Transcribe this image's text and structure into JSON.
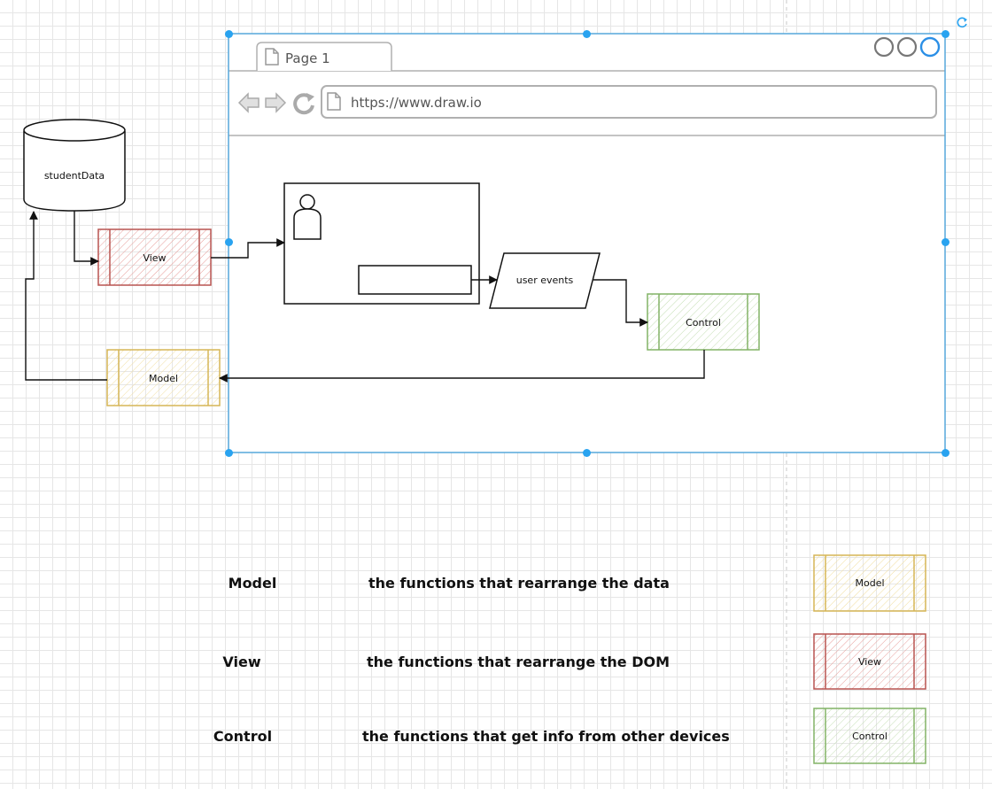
{
  "browser": {
    "tab_label": "Page 1",
    "url": "https://www.draw.io"
  },
  "nodes": {
    "database": "studentData",
    "view": "View",
    "model": "Model",
    "control": "Control",
    "user_events": "user events"
  },
  "legend": [
    {
      "term": "Model",
      "description": "the functions that rearrange the data",
      "box_label": "Model",
      "color": "#d6b656"
    },
    {
      "term": "View",
      "description": "the functions that rearrange the DOM",
      "box_label": "View",
      "color": "#b85450"
    },
    {
      "term": "Control",
      "description": "the functions that get info from other devices",
      "box_label": "Control",
      "color": "#82b366"
    }
  ],
  "colors": {
    "model": "#d6b656",
    "view": "#b85450",
    "control": "#82b366",
    "selection": "#29a3f0",
    "stroke": "#111111"
  },
  "icons": [
    "page-icon",
    "back-icon",
    "forward-icon",
    "reload-icon",
    "user-icon",
    "window-buttons-icon",
    "rotate-icon"
  ]
}
